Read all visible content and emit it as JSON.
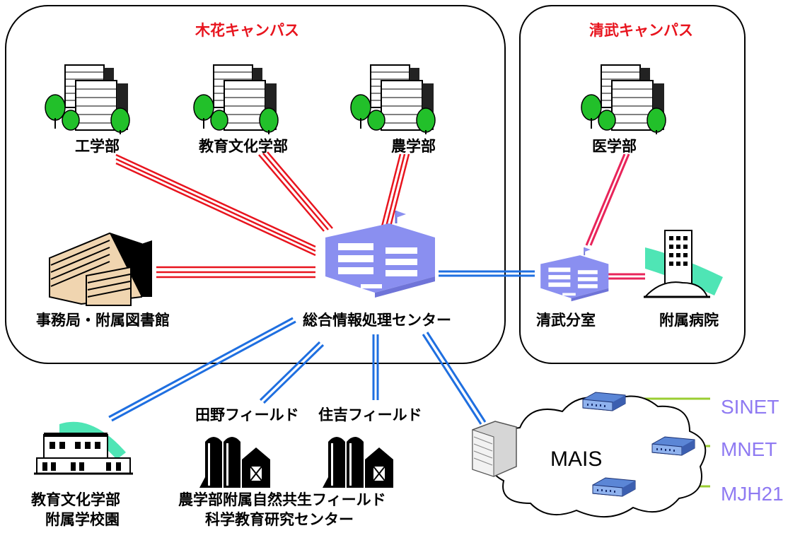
{
  "campuses": {
    "kibana": "木花キャンパス",
    "kiyotake": "清武キャンパス"
  },
  "nodes": {
    "engineering": "工学部",
    "education": "教育文化学部",
    "agriculture": "農学部",
    "medicine": "医学部",
    "admin_library": "事務局・附属図書館",
    "center": "総合情報処理センター",
    "kiyotake_branch": "清武分室",
    "hospital": "附属病院",
    "tano_field": "田野フィールド",
    "sumiyoshi_field": "住吉フィールド",
    "school_line1": "教育文化学部",
    "school_line2": "附属学校園",
    "field_center_line1": "農学部附属自然共生フィールド",
    "field_center_line2": "科学教育研究センター"
  },
  "network": {
    "cloud": "MAIS",
    "external": [
      "SINET",
      "MNET",
      "MJH21"
    ]
  },
  "colors": {
    "campus_title": "#e8141e",
    "link_red": "#e8141e",
    "link_pink": "#e8245a",
    "link_blue": "#1f6fe0",
    "link_green": "#9acd32",
    "external_text": "#8f7af2",
    "building_blue": "#7f82f2"
  }
}
